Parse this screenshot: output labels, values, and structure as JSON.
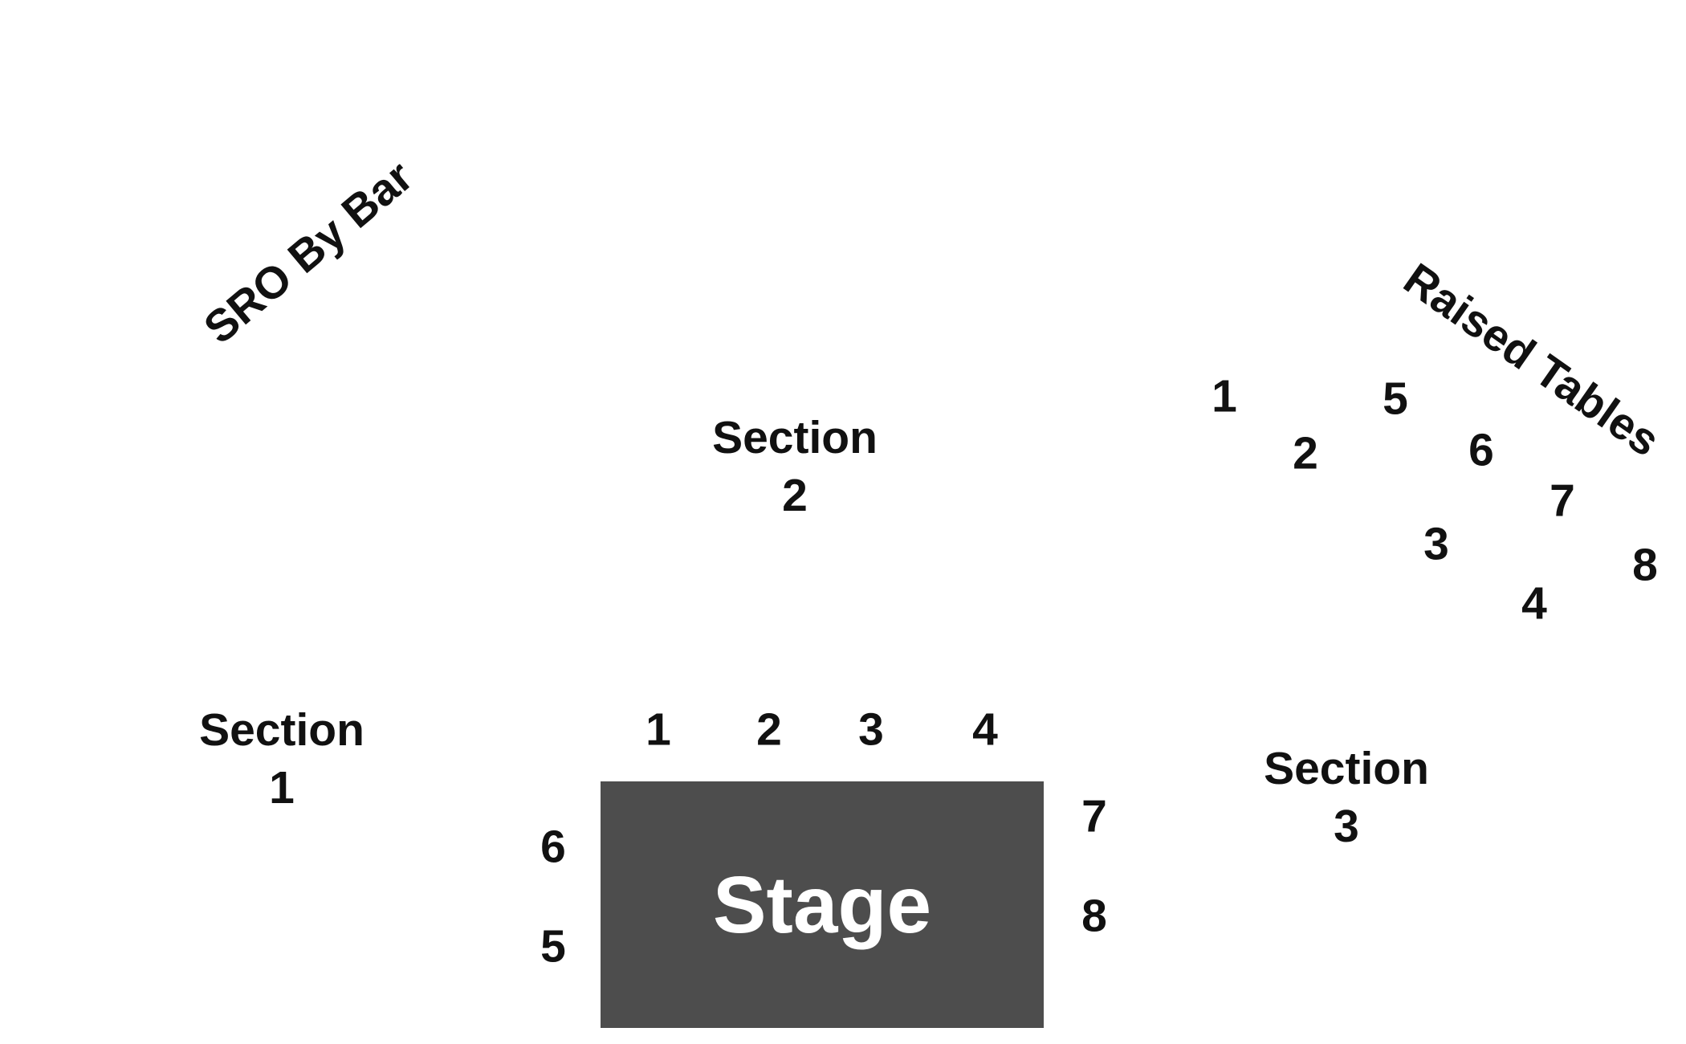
{
  "map": {
    "stage": {
      "label": "Stage",
      "color": "#4d4d4d",
      "text_color": "#ffffff"
    },
    "sections": [
      {
        "id": "section-1",
        "line1": "Section",
        "line2": "1"
      },
      {
        "id": "section-2",
        "line1": "Section",
        "line2": "2"
      },
      {
        "id": "section-3",
        "line1": "Section",
        "line2": "3"
      }
    ],
    "sro_label": "SRO By Bar",
    "raised_tables_label": "Raised Tables",
    "stage_tables": [
      "1",
      "2",
      "3",
      "4",
      "5",
      "6",
      "7",
      "8"
    ],
    "raised_tables": [
      "1",
      "2",
      "3",
      "4",
      "5",
      "6",
      "7",
      "8"
    ],
    "text_color": "#111111"
  }
}
